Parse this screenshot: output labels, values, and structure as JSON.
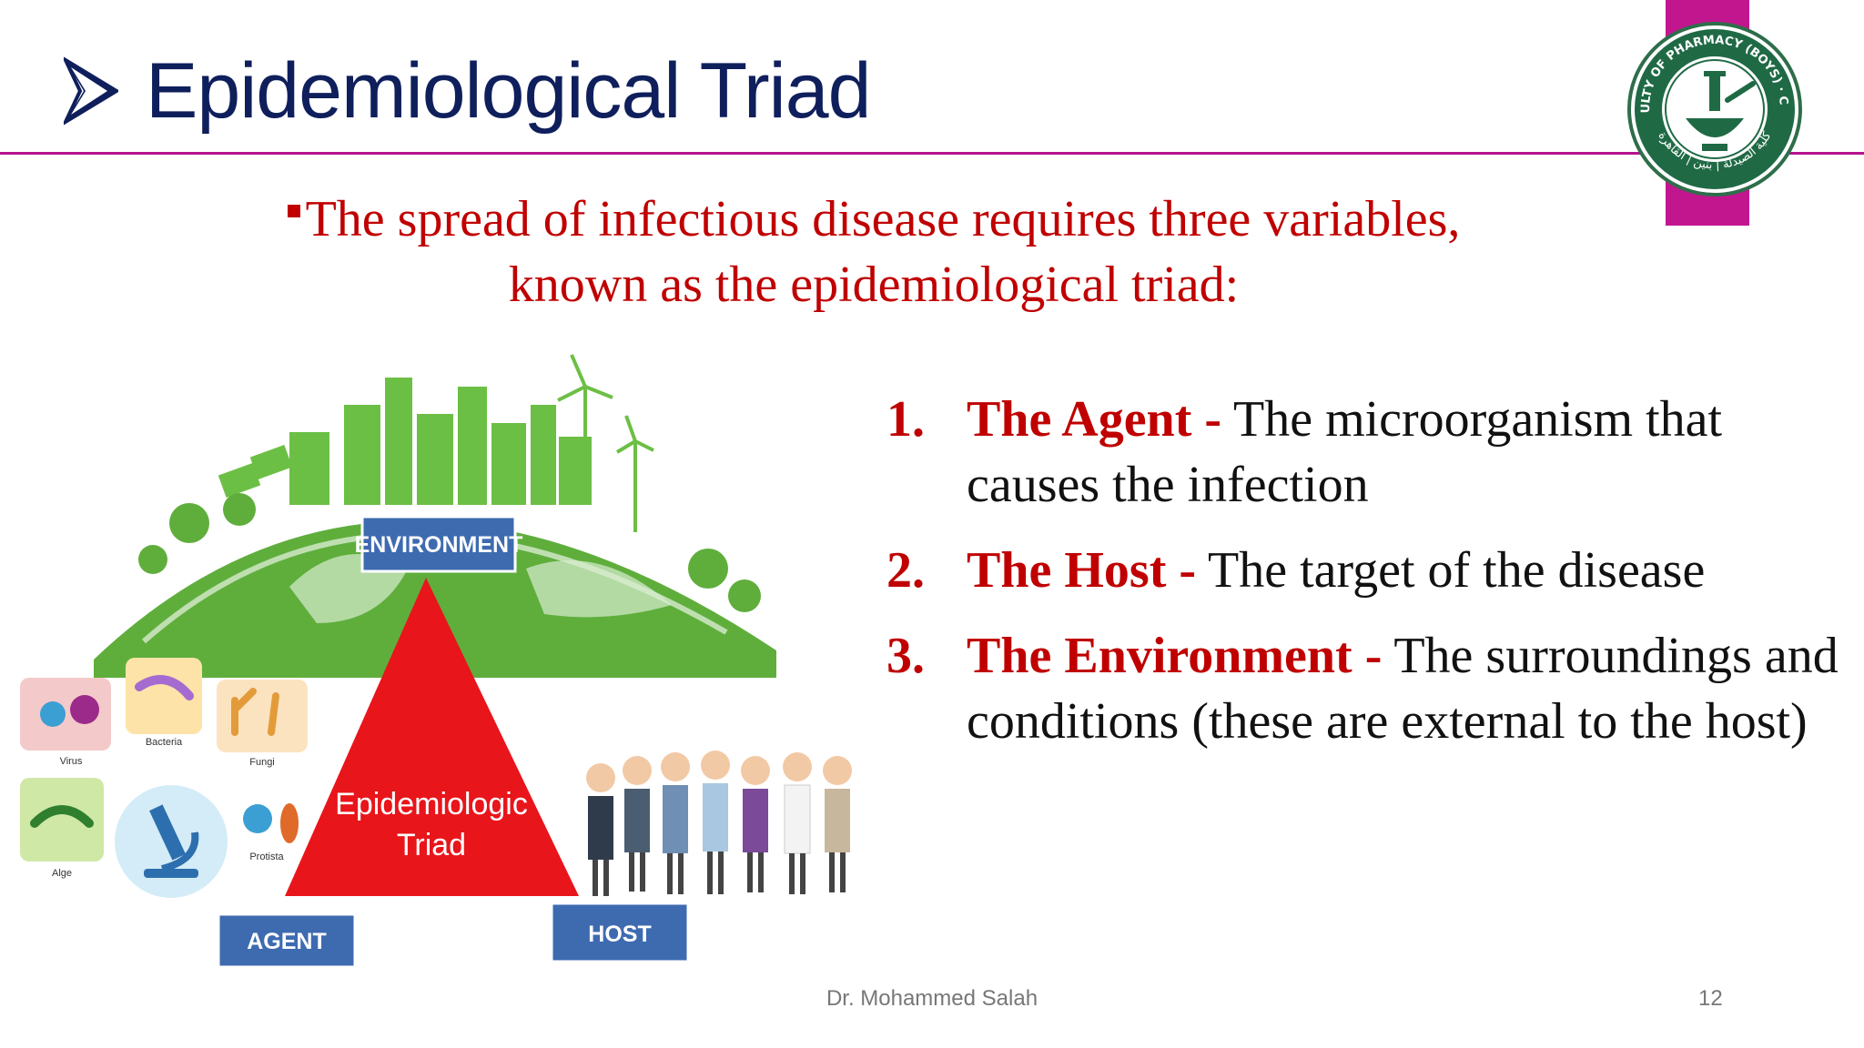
{
  "slide": {
    "title": "Epidemiological Triad",
    "intro_line1": "The spread of infectious disease requires three variables,",
    "intro_line2": "known as the epidemiological triad:",
    "logo_text_top": "FACULTY OF PHARMACY (BOYS) · CAIRO",
    "logo_text_bottom": "كلية الصيدلة | بنين | القاهرة",
    "list": [
      {
        "num": "1.",
        "term": "The Agent -",
        "desc": "The microorganism that causes the infection"
      },
      {
        "num": "2.",
        "term": "The Host -",
        "desc": "The target of the disease"
      },
      {
        "num": "3.",
        "term": "The Environment -",
        "desc": "The surroundings and conditions (these are external to the host)"
      }
    ],
    "footer": "Dr. Mohammed Salah",
    "page_number": "12"
  },
  "figure": {
    "environment_label": "ENVIRONMENT",
    "agent_label": "AGENT",
    "host_label": "HOST",
    "triad_line1": "Epidemiologic",
    "triad_line2": "Triad",
    "microbes": [
      "Virus",
      "Bacteria",
      "Fungi",
      "Alge",
      "Protista"
    ]
  },
  "colors": {
    "title": "#0f1f5c",
    "accent_magenta": "#c2168f",
    "red_text": "#c00000",
    "triangle_red": "#e8151b",
    "label_blue": "#3e6bb0",
    "earth_green": "#5fae3c"
  }
}
